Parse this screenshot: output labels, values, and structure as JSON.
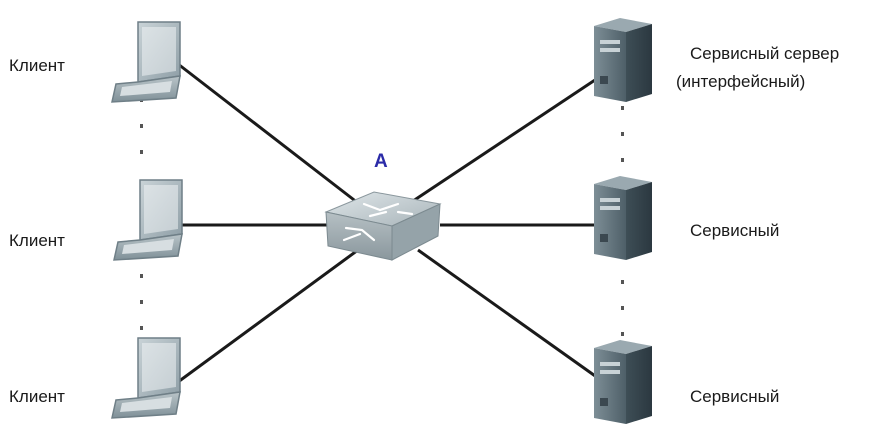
{
  "switch": {
    "label": "A"
  },
  "clients": [
    {
      "label": "Клиент"
    },
    {
      "label": "Клиент"
    },
    {
      "label": "Клиент"
    }
  ],
  "servers": [
    {
      "label_line1": "Сервисный сервер",
      "label_line2": "(интерфейсный)"
    },
    {
      "label_line1": "Сервисный"
    },
    {
      "label_line1": "Сервисный"
    }
  ],
  "colors": {
    "link": "#1a1a1a",
    "switch_body": "#aab4b8",
    "server_body": "#5d6e76",
    "laptop_body": "#8fa0a8",
    "switch_label": "#2b2ba8"
  },
  "icons": [
    "laptop-icon",
    "switch-icon",
    "server-icon"
  ]
}
